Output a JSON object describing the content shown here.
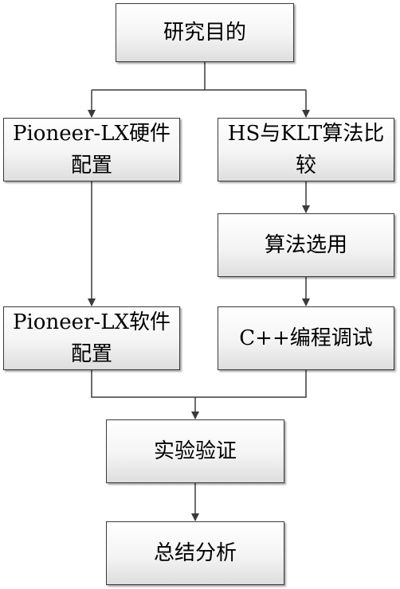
{
  "diagram": {
    "nodes": {
      "research_goal": "研究目的",
      "hardware_config": "Pioneer-LX硬件配置",
      "algorithm_comparison": "HS与KLT算法比较",
      "algorithm_selection": "算法选用",
      "software_config": "Pioneer-LX软件配置",
      "cpp_debugging": "C++编程调试",
      "experiment_verification": "实验验证",
      "summary_analysis": "总结分析"
    },
    "edges": [
      {
        "from": "research_goal",
        "to": "hardware_config"
      },
      {
        "from": "research_goal",
        "to": "algorithm_comparison"
      },
      {
        "from": "hardware_config",
        "to": "software_config"
      },
      {
        "from": "algorithm_comparison",
        "to": "algorithm_selection"
      },
      {
        "from": "algorithm_selection",
        "to": "cpp_debugging"
      },
      {
        "from": "software_config",
        "to": "experiment_verification"
      },
      {
        "from": "cpp_debugging",
        "to": "experiment_verification"
      },
      {
        "from": "experiment_verification",
        "to": "summary_analysis"
      }
    ],
    "line_color": "#3a3a3a"
  }
}
